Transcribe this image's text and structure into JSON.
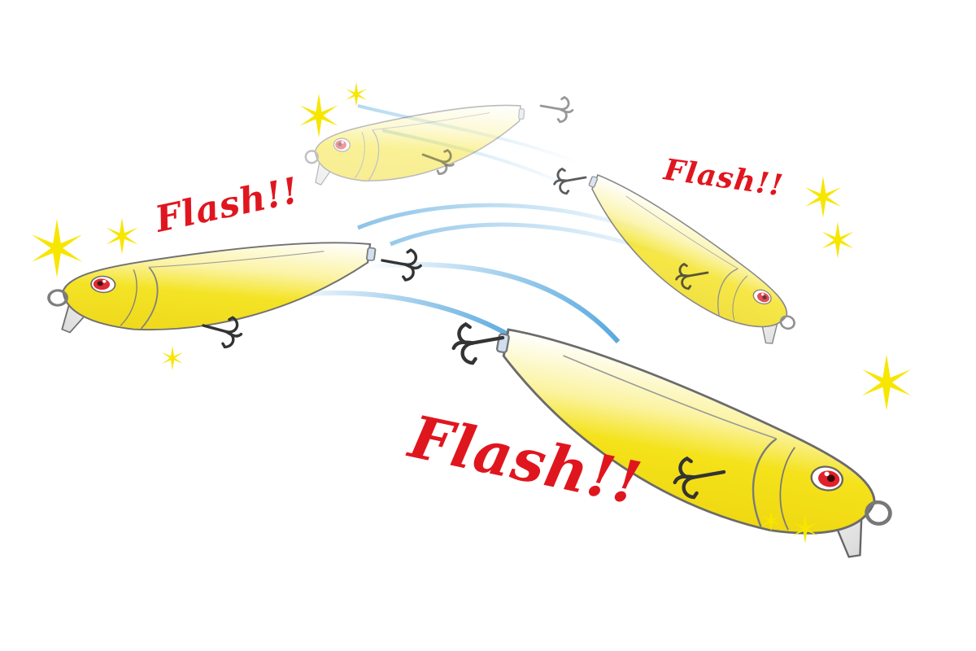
{
  "labels": {
    "flash_left": "Flash!!",
    "flash_right": "Flash!!",
    "flash_big": "Flash!!"
  },
  "colors": {
    "lure_body": "#f4e21a",
    "lure_highlight": "#ffffff",
    "outline": "#777777",
    "eye": "#e0202a",
    "motion": "#3a9bd8",
    "sparkle": "#f7e600",
    "text": "#e0161f",
    "hook": "#222222"
  },
  "icons": [
    "sparkle-icon",
    "treble-hook-icon",
    "fishing-lure-icon",
    "motion-arc"
  ]
}
